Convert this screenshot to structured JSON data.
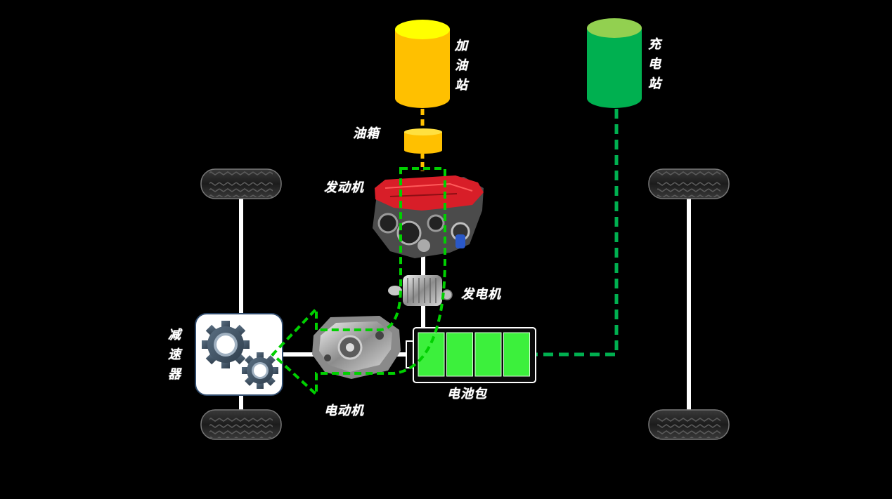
{
  "labels": {
    "gas_station": "加油站",
    "charging_station": "充电站",
    "fuel_tank": "油箱",
    "engine": "发动机",
    "generator": "发电机",
    "reducer": "减速器",
    "motor": "电动机",
    "battery_pack": "电池包"
  },
  "colors": {
    "background": "#000000",
    "fuel": "#FFC000",
    "fuel_top": "#FFFF00",
    "electric": "#00B050",
    "electric_top": "#92D050",
    "energy_flow": "#00D000",
    "battery_cell": "#3CF03C",
    "engine_cover": "#D81E28",
    "axle": "#FFFFFF"
  },
  "icons": [
    "gas-station-cylinder",
    "charging-station-cylinder",
    "fuel-tank-icon",
    "engine-icon",
    "generator-icon",
    "gear-reducer-icon",
    "electric-motor-icon",
    "battery-pack-icon",
    "tire-icon"
  ],
  "battery": {
    "cells": 4
  }
}
